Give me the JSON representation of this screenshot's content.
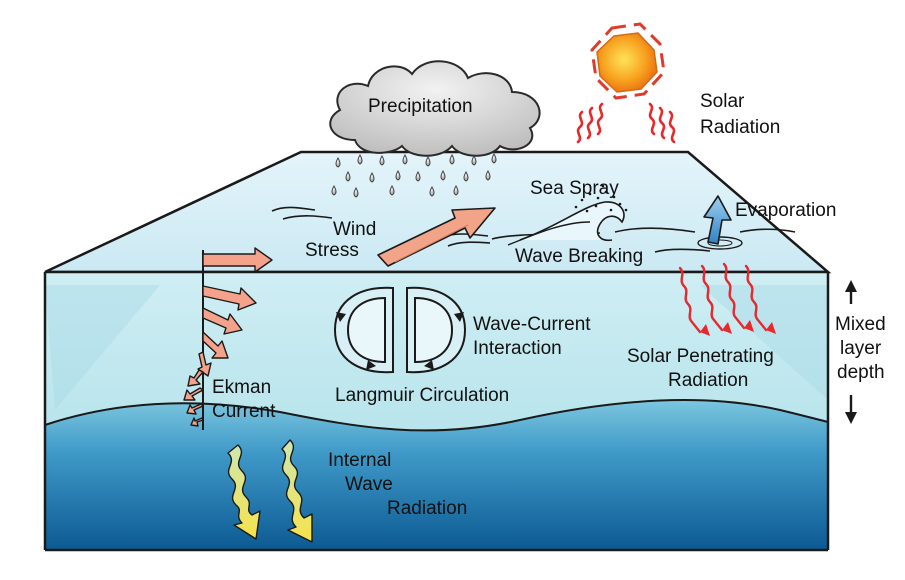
{
  "labels": {
    "precipitation": "Precipitation",
    "solar_radiation": [
      "Solar",
      "Radiation"
    ],
    "sea_spray": "Sea Spray",
    "evaporation": "Evaporation",
    "wind_stress": [
      "Wind",
      "Stress"
    ],
    "wave_breaking": "Wave Breaking",
    "wave_current_interaction": [
      "Wave-Current",
      "Interaction"
    ],
    "solar_penetrating_radiation": [
      "Solar Penetrating",
      "Radiation"
    ],
    "mixed_layer_depth": [
      "Mixed",
      "layer",
      "depth"
    ],
    "ekman_current": [
      "Ekman",
      "Current"
    ],
    "langmuir_circulation": "Langmuir Circulation",
    "internal_wave_radiation": [
      "Internal",
      "Wave",
      "Radiation"
    ]
  },
  "colors": {
    "surface_top": "#d8eef6",
    "mixed_layer": "#c3e6ee",
    "deep_top": "#5fb3d3",
    "deep_bottom": "#0f5f95",
    "sun": "#f39a1c",
    "solar_rays": "#e8282a",
    "ekman_arrows": "#f4a28c",
    "wind_arrow": "#f2a488",
    "evaporation_arrow": "#4f9fd6",
    "internal_wave_arrows": "#f4ea86",
    "cloud": "#dcdcdc"
  }
}
